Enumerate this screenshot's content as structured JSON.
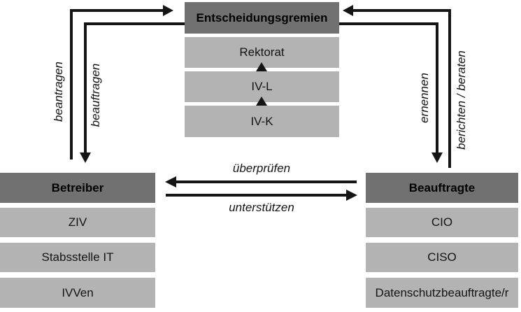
{
  "colors": {
    "header_box": "#717171",
    "item_box": "#b3b3b3",
    "line": "#151515",
    "background": "#ffffff"
  },
  "center_column": {
    "header": "Entscheidungsgremien",
    "items": [
      "Rektorat",
      "IV-L",
      "IV-K"
    ]
  },
  "left_column": {
    "header": "Betreiber",
    "items": [
      "ZIV",
      "Stabsstelle IT",
      "IVVen"
    ]
  },
  "right_column": {
    "header": "Beauftragte",
    "items": [
      "CIO",
      "CISO",
      "Datenschutzbeauftragte/r"
    ]
  },
  "arrow_labels": {
    "left_outer": "beantragen",
    "left_inner": "beauftragen",
    "right_inner": "ernennen",
    "right_outer": "berichten / beraten",
    "center_top": "überprüfen",
    "center_bottom": "unterstützen"
  }
}
